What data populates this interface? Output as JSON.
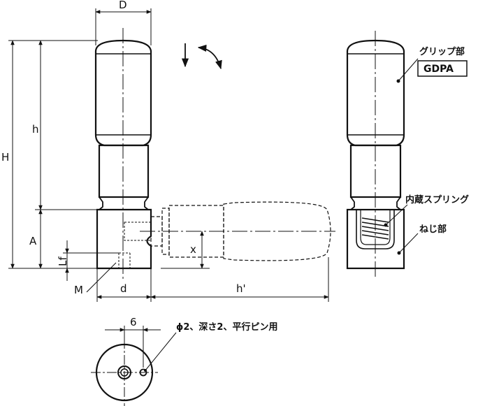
{
  "dimensions": {
    "D": "D",
    "H": "H",
    "h": "h",
    "A": "A",
    "Lf": "Lf",
    "M": "M",
    "d": "d",
    "h_prime": "h'",
    "x": "x",
    "six": "6"
  },
  "callouts": {
    "grip": "グリップ部",
    "grip_code": "GDPA",
    "spring": "内蔵スプリング",
    "thread": "ねじ部",
    "pin_note": "ϕ2、深さ2、平行ピン用"
  }
}
